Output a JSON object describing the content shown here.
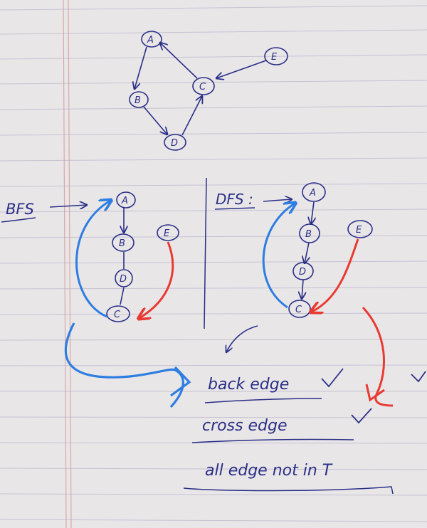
{
  "colors": {
    "paper": "#e9e6e8",
    "ruled_line": "#9f9cb6",
    "margin_line": "#d49a9a",
    "pen": "#2a2f86",
    "blue_marker": "#2e7de0",
    "red_marker": "#e93a32"
  },
  "top_graph": {
    "nodes": {
      "a": "A",
      "b": "B",
      "c": "C",
      "d": "D",
      "e": "E"
    }
  },
  "bfs": {
    "label": "BFS",
    "nodes": {
      "a": "A",
      "b": "B",
      "d": "D",
      "c": "C",
      "e": "E"
    }
  },
  "dfs": {
    "label": "DFS :",
    "nodes": {
      "a": "A",
      "b": "B",
      "d": "D",
      "c": "C",
      "e": "E"
    }
  },
  "notes": {
    "back_edge": "back edge",
    "cross_edge": "cross edge",
    "all_edge": "all edge not in T"
  }
}
